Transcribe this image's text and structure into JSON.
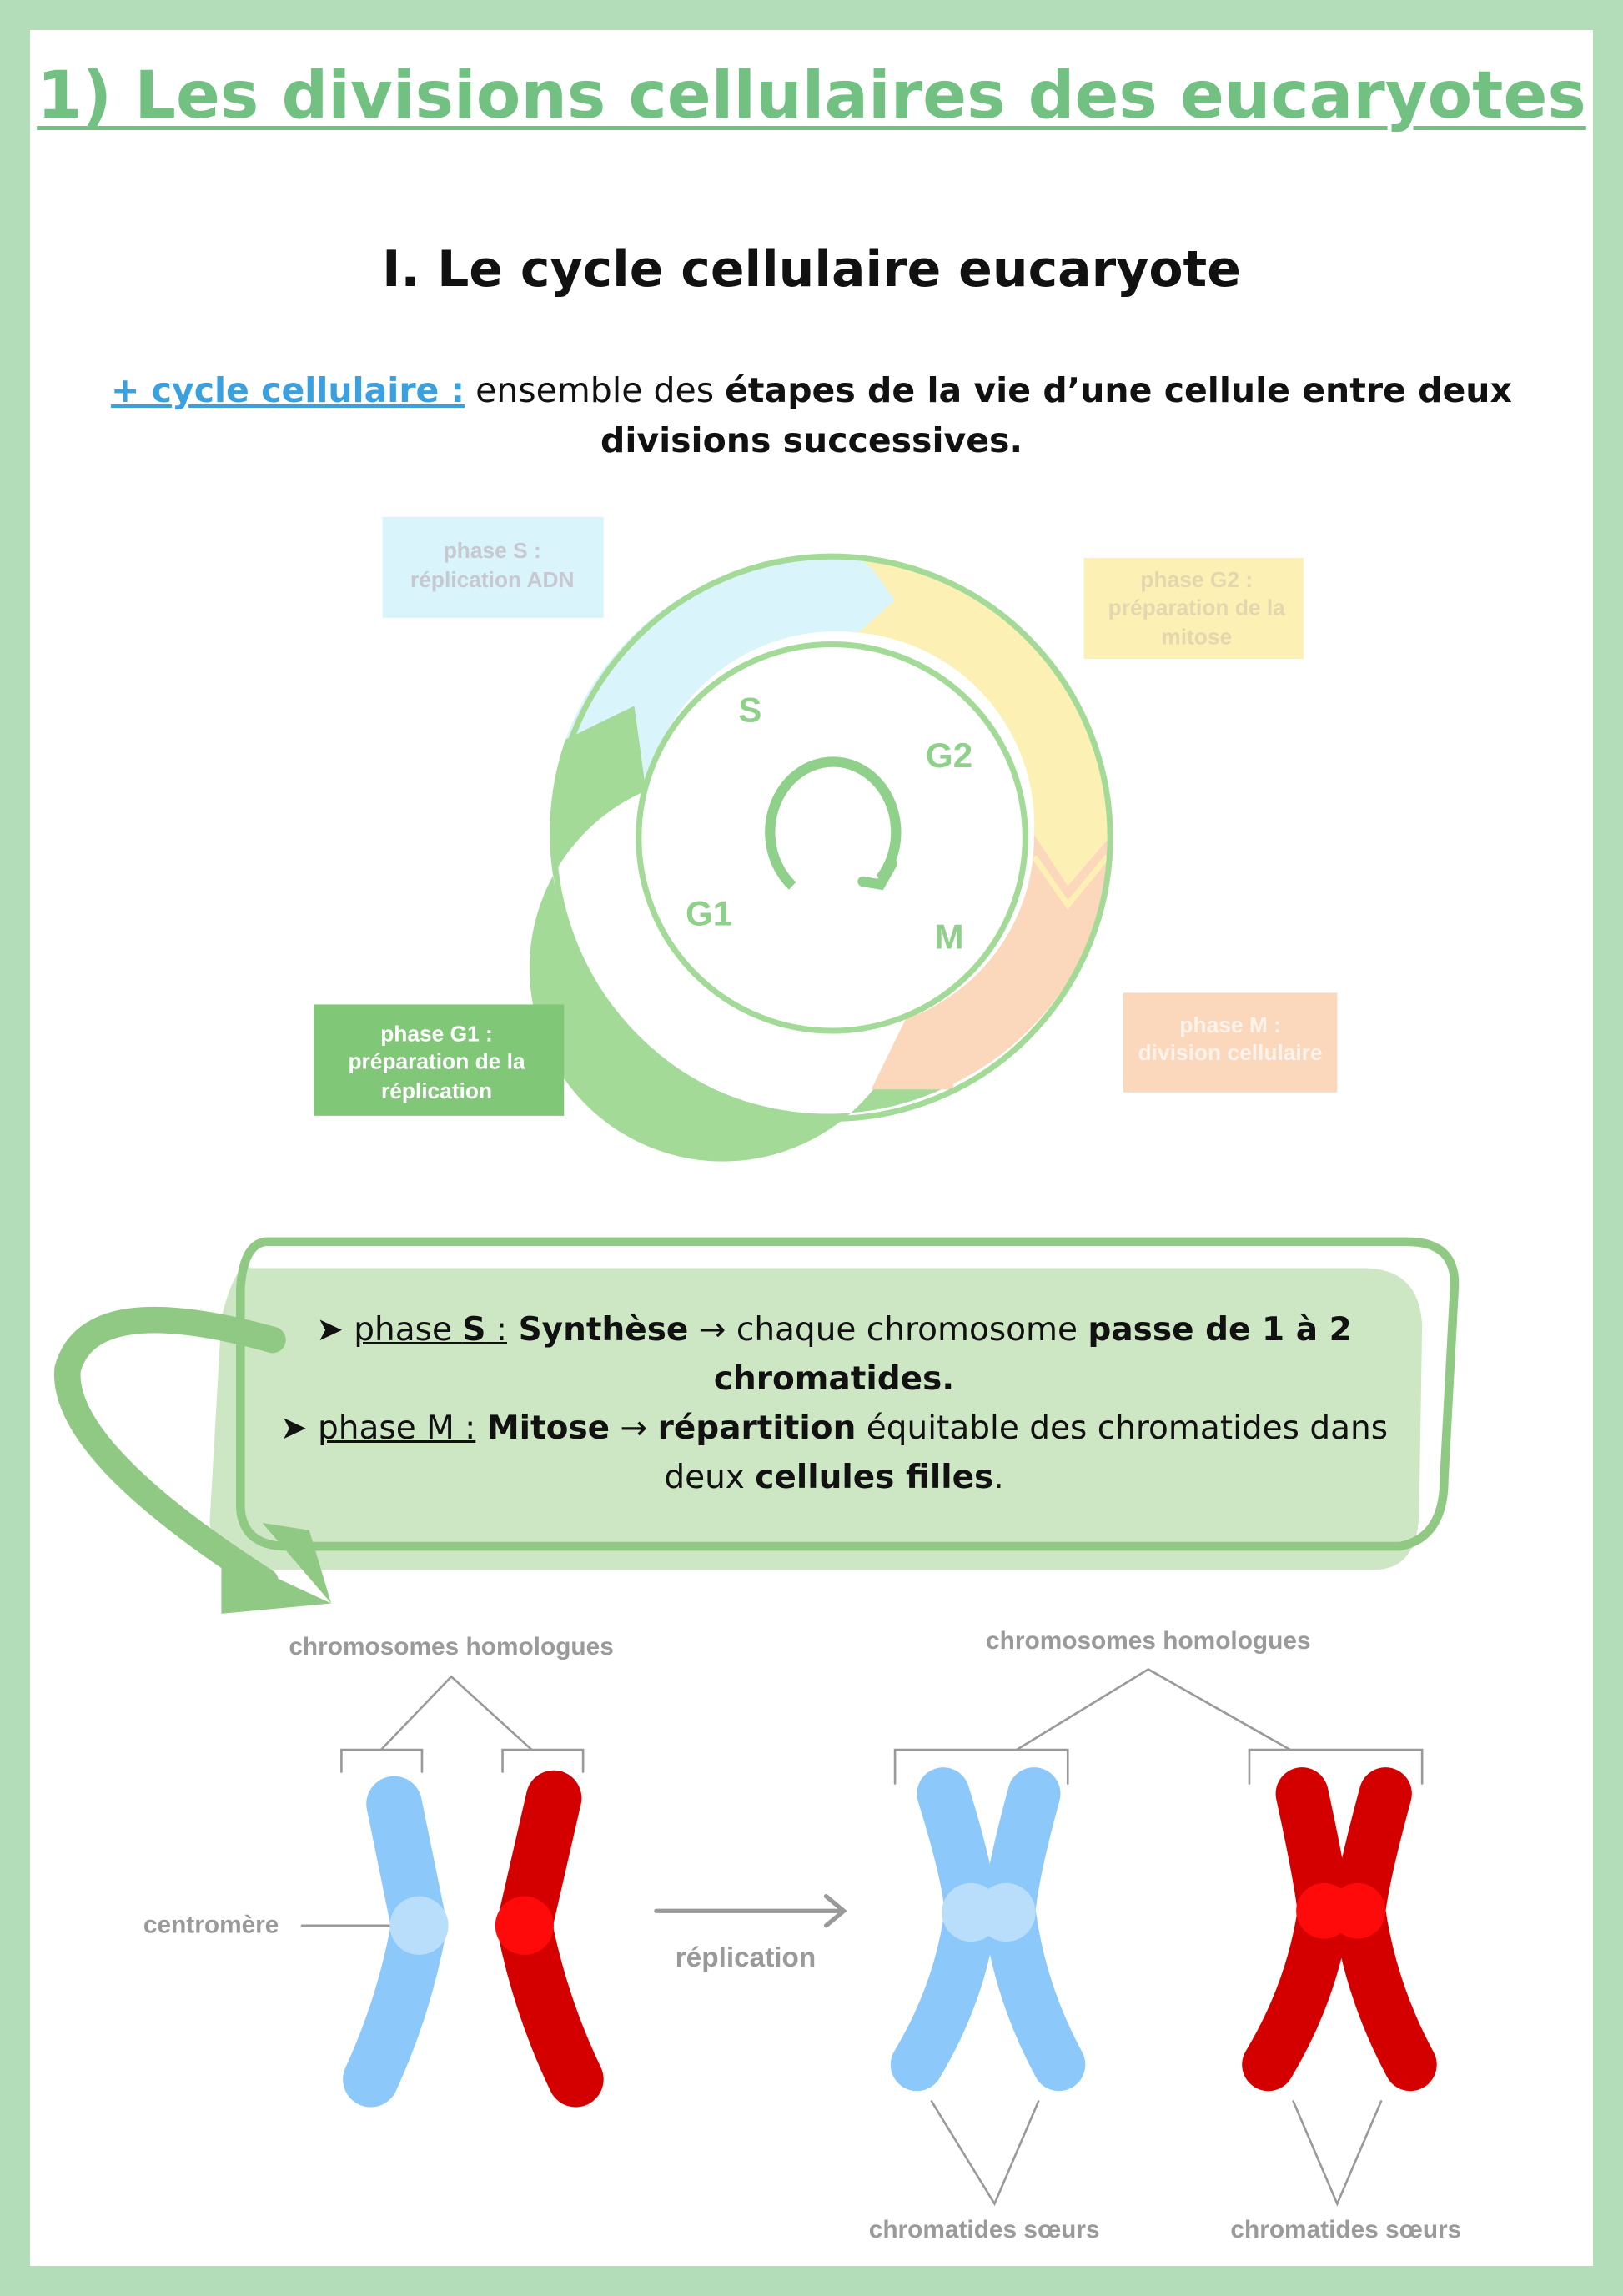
{
  "title": "1) Les divisions cellulaires des eucaryotes",
  "section_heading": "I. Le cycle cellulaire eucaryote",
  "definition": {
    "term": "+ cycle cellulaire :",
    "text_before": " ensemble des ",
    "bold_text": "étapes de la vie d’une cellule entre deux divisions successives."
  },
  "cycle_diagram": {
    "phases": [
      {
        "letter": "S",
        "label_line1": "phase S :",
        "label_line2": "réplication ADN",
        "label_line3": "",
        "color": "#d9f4fb"
      },
      {
        "letter": "G2",
        "label_line1": "phase G2 :",
        "label_line2": "préparation de la",
        "label_line3": "mitose",
        "color": "#fdf0b4"
      },
      {
        "letter": "M",
        "label_line1": "phase M :",
        "label_line2": "division cellulaire",
        "label_line3": "",
        "color": "#fbd7bb"
      },
      {
        "letter": "G1",
        "label_line1": "phase G1 :",
        "label_line2": "préparation de la",
        "label_line3": "réplication",
        "color": "#a3da97"
      }
    ],
    "accent_color": "#8fd18a"
  },
  "summary_box": {
    "bullet": "➤",
    "line1": {
      "prefix": "phase ",
      "prefix_bold": "S",
      "colon": " :",
      "name": " Synthèse",
      "arrow": " → ",
      "text": "chaque chromosome ",
      "bold": "passe de 1 à 2 chromatides."
    },
    "line2": {
      "prefix": "phase M :",
      "name": " Mitose",
      "arrow": " →  ",
      "bold1": "répartition",
      "text": " équitable des chromatides dans deux ",
      "bold2": "cellules filles",
      "end": "."
    },
    "background": "#cde6c4",
    "border": "#90c983"
  },
  "chromosome_diagram": {
    "homologues_label_left": "chromosomes homologues",
    "homologues_label_right": "chromosomes homologues",
    "centromere_label": "centromère",
    "replication_label": "réplication",
    "sisters_label_left": "chromatides sœurs",
    "sisters_label_right": "chromatides sœurs",
    "colors": {
      "blue": "#8cc8fa",
      "blue_centromere": "#b9defc",
      "red": "#d40000",
      "red_centromere": "#ff0a0a",
      "label": "#9a9a9a"
    }
  }
}
